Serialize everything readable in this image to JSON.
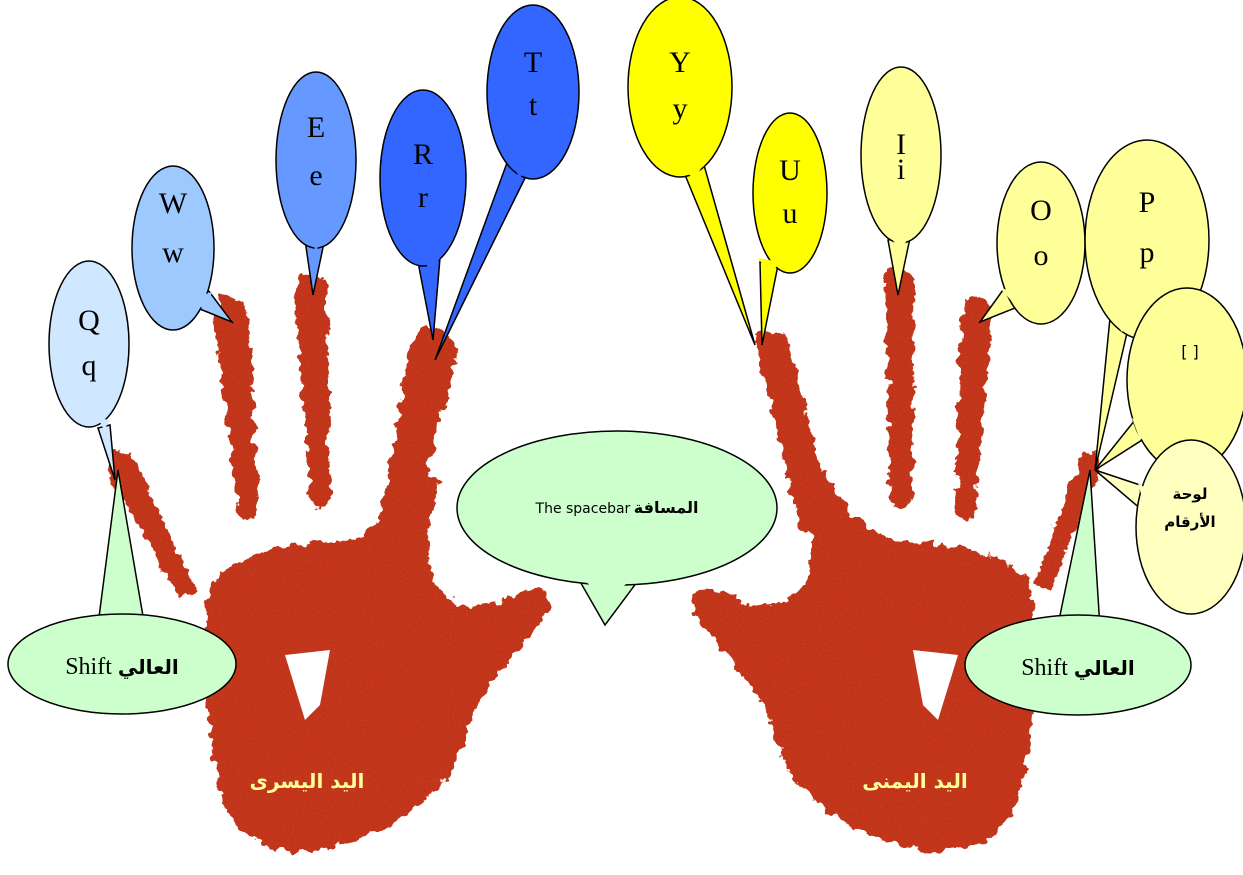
{
  "colors": {
    "hand": "#c4321a",
    "hand_dark": "#a5240f",
    "left_pinky": "#cfe8ff",
    "left_ring": "#9ec9ff",
    "left_middle": "#6699ff",
    "left_index": "#3366ff",
    "right_index": "#ffff00",
    "right_middle_ring_pinky": "#ffff99",
    "keypad": "#ffffc0",
    "shift": "#ccffcc",
    "hand_label": "#ffff99"
  },
  "left_hand": {
    "label": "اليد اليسرى",
    "keys": [
      {
        "id": "q",
        "upper": "Q",
        "lower": "q"
      },
      {
        "id": "w",
        "upper": "W",
        "lower": "w"
      },
      {
        "id": "e",
        "upper": "E",
        "lower": "e"
      },
      {
        "id": "r",
        "upper": "R",
        "lower": "r"
      },
      {
        "id": "t",
        "upper": "T",
        "lower": "t"
      }
    ],
    "shift": {
      "arabic": "العالي",
      "latin": "Shift"
    }
  },
  "right_hand": {
    "label": "اليد اليمنى",
    "keys": [
      {
        "id": "y",
        "upper": "Y",
        "lower": "y"
      },
      {
        "id": "u",
        "upper": "U",
        "lower": "u"
      },
      {
        "id": "i",
        "upper": "I",
        "lower": "i"
      },
      {
        "id": "o",
        "upper": "O",
        "lower": "o"
      },
      {
        "id": "p",
        "upper": "P",
        "lower": "p"
      }
    ],
    "brackets": "[ ]",
    "keypad": {
      "line1": "لوحة",
      "line2": "الأرقام"
    },
    "shift": {
      "arabic": "العالي",
      "latin": "Shift"
    }
  },
  "spacebar": {
    "arabic": "المسافة",
    "latin": "The spacebar"
  }
}
